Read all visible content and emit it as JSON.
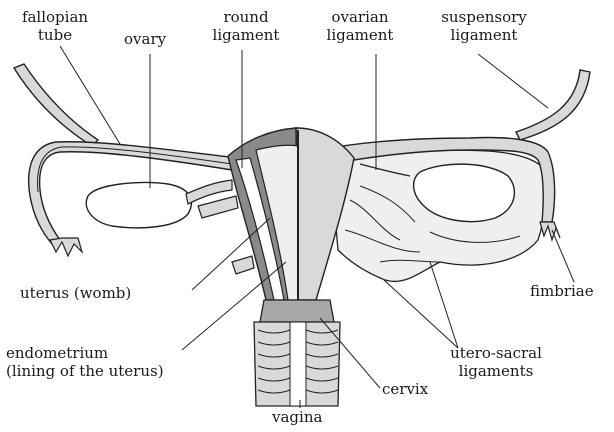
{
  "labels": {
    "fallopian_tube": [
      "fallopian",
      "tube"
    ],
    "ovary": "ovary",
    "round_ligament": [
      "round",
      "ligament"
    ],
    "ovarian_ligament": [
      "ovarian",
      "ligament"
    ],
    "suspensory_ligament": [
      "suspensory",
      "ligament"
    ],
    "uterus": "uterus (womb)",
    "fimbriae": "fimbriae",
    "endometrium": [
      "endometrium",
      "(lining of the uterus)"
    ],
    "utero_sacral": [
      "utero-sacral",
      "ligaments"
    ],
    "cervix": "cervix",
    "vagina": "vagina"
  },
  "colors": {
    "line": "#222222",
    "light_fill": "#d9d9d9",
    "mid_fill": "#a8a8a8",
    "dark_fill": "#8a8a8a",
    "pale_fill": "#efefef",
    "white": "#ffffff"
  }
}
